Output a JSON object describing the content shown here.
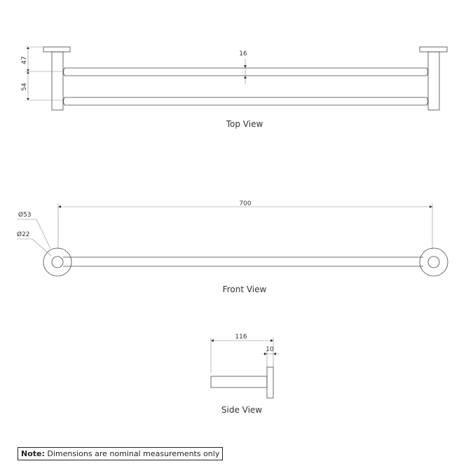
{
  "top_view": {
    "label": "Top View",
    "dim_bracket_depth": "47",
    "dim_bar_spacing": "54",
    "dim_bar_diameter": "16"
  },
  "front_view": {
    "label": "Front View",
    "dim_length": "700",
    "dim_plate_diameter": "Ø53",
    "dim_bar_diameter": "Ø22"
  },
  "side_view": {
    "label": "Side View",
    "dim_projection": "116",
    "dim_plate_thickness": "10"
  },
  "note": {
    "title": "Note:",
    "text": "Dimensions are nominal measurements only"
  }
}
